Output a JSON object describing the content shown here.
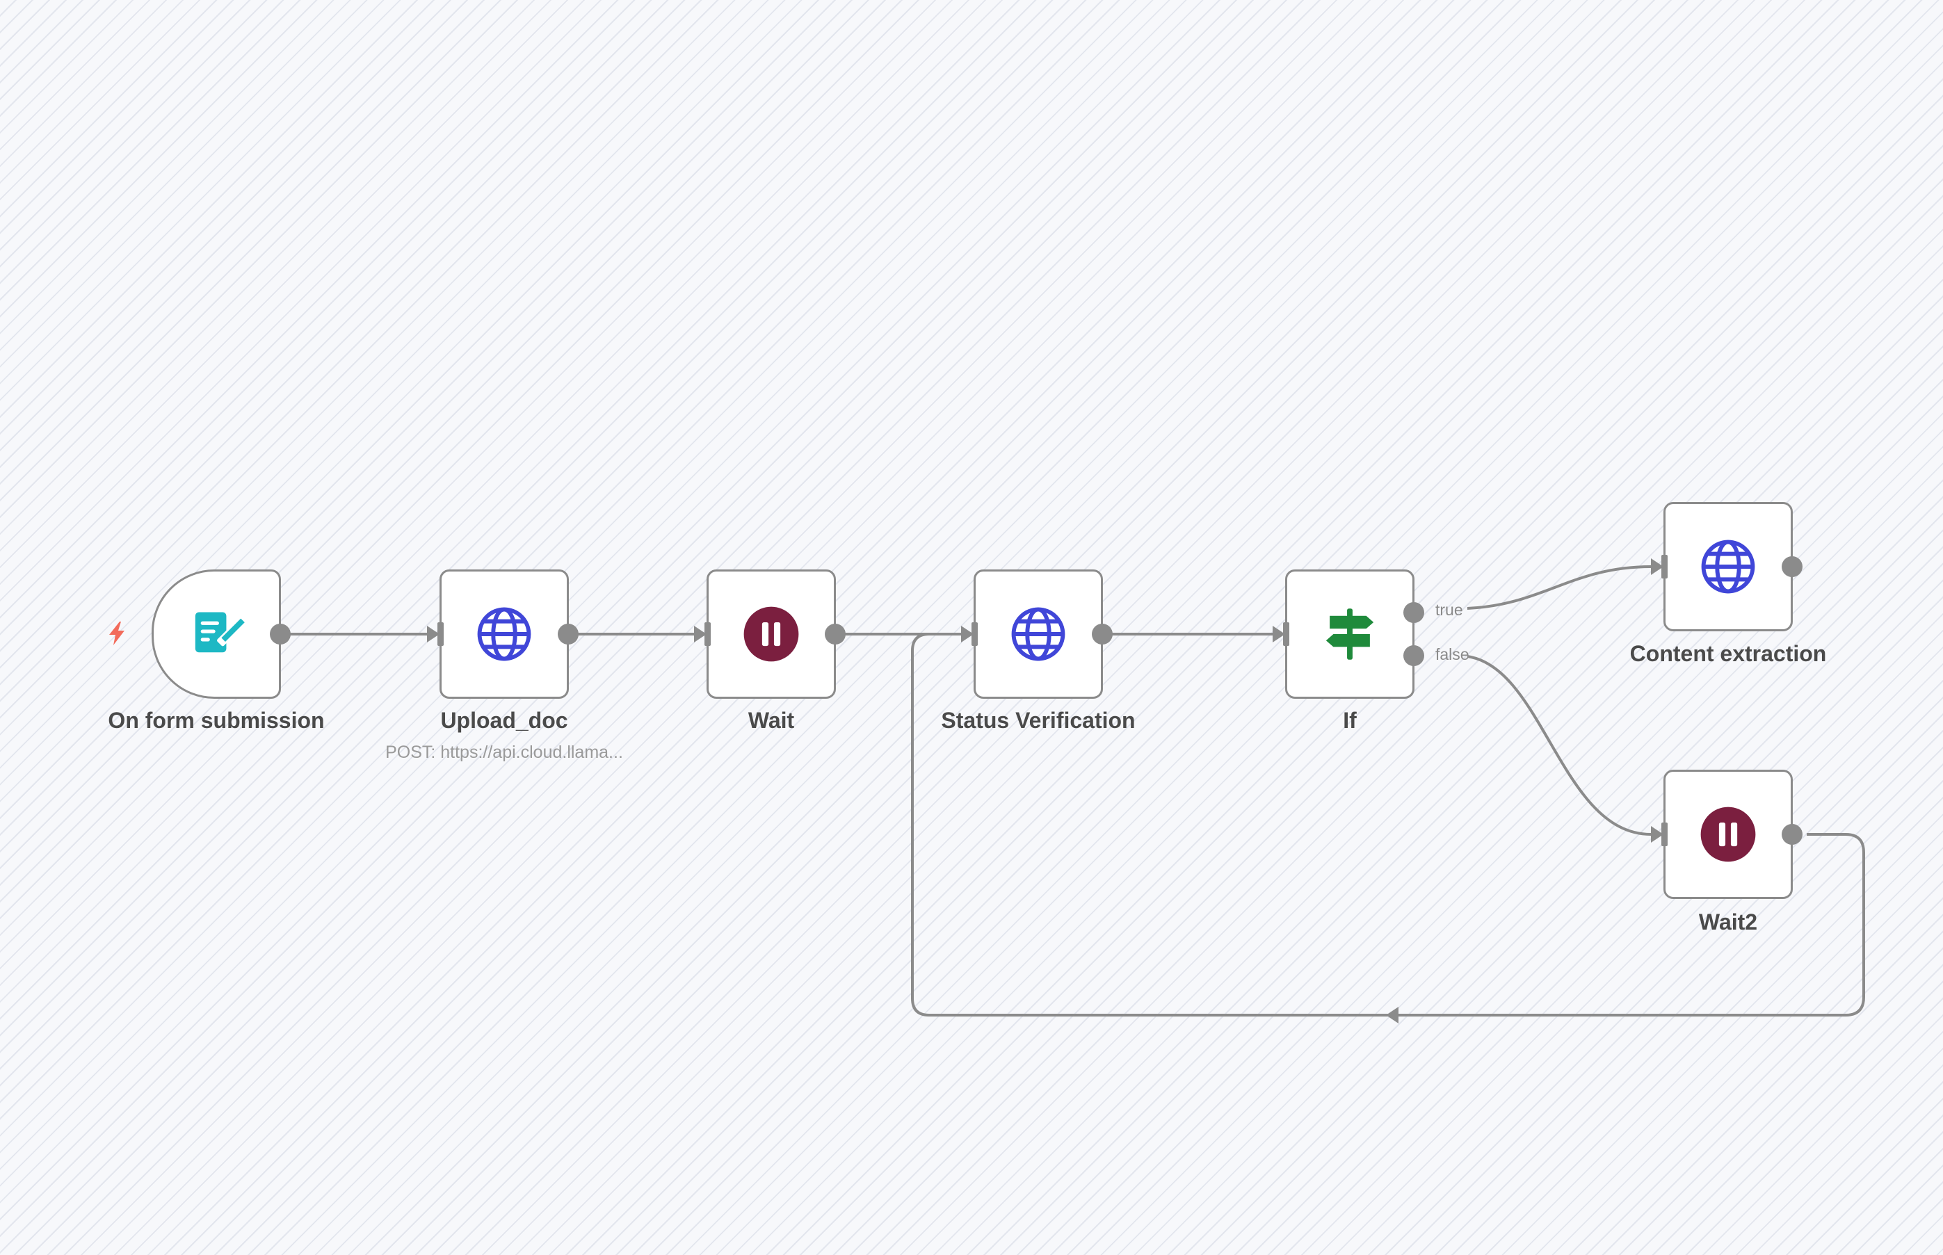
{
  "workflow": {
    "nodes": [
      {
        "id": "trigger",
        "label": "On form submission",
        "icon": "form-pencil-icon",
        "color": "#1db8c4"
      },
      {
        "id": "upload",
        "label": "Upload_doc",
        "subtitle": "POST: https://api.cloud.llama...",
        "icon": "globe-icon",
        "color": "#4046d8"
      },
      {
        "id": "wait",
        "label": "Wait",
        "icon": "pause-icon",
        "color": "#7b1f3f"
      },
      {
        "id": "status",
        "label": "Status Verification",
        "icon": "globe-icon",
        "color": "#4046d8"
      },
      {
        "id": "if",
        "label": "If",
        "icon": "signpost-icon",
        "color": "#1f8a3b"
      },
      {
        "id": "extract",
        "label": "Content extraction",
        "icon": "globe-icon",
        "color": "#4046d8"
      },
      {
        "id": "wait2",
        "label": "Wait2",
        "icon": "pause-icon",
        "color": "#7b1f3f"
      }
    ],
    "branches": {
      "true_label": "true",
      "false_label": "false"
    },
    "connections": [
      [
        "trigger",
        "upload"
      ],
      [
        "upload",
        "wait"
      ],
      [
        "wait",
        "status"
      ],
      [
        "status",
        "if"
      ],
      [
        "if:true",
        "extract"
      ],
      [
        "if:false",
        "wait2"
      ],
      [
        "wait2",
        "status"
      ]
    ],
    "colors": {
      "edge": "#8b8b8b",
      "trigger_bolt": "#f26b5b"
    }
  }
}
